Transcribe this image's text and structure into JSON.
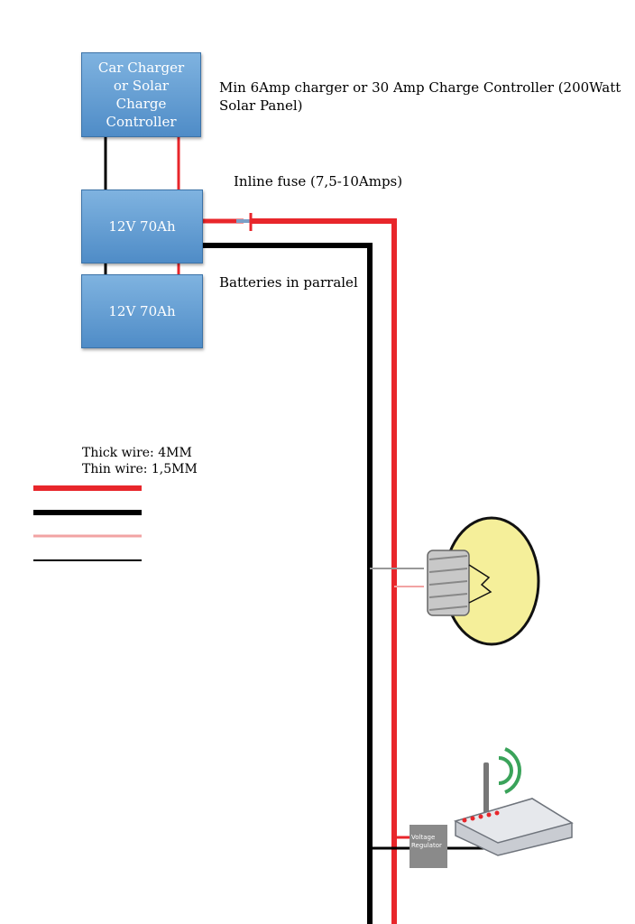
{
  "charger": {
    "lines": [
      "Car Charger",
      "or Solar",
      "Charge",
      "Controller"
    ]
  },
  "charger_note": "Min 6Amp charger or 30 Amp Charge Controller (200Watt Solar Panel)",
  "fuse_label": "Inline fuse (7,5-10Amps)",
  "battery_top": "12V 70Ah",
  "battery_bottom": "12V 70Ah",
  "batteries_label": "Batteries in parralel",
  "legend": {
    "thick": "Thick wire: 4MM",
    "thin": "Thin wire: 1,5MM"
  },
  "regulator": {
    "line1": "Voltage",
    "line2": "Regulator"
  },
  "colors": {
    "positive": "#e8262b",
    "negative": "#000000",
    "box": "#5b97d0",
    "bulb": "#f5ef9a"
  },
  "icons": [
    "light-bulb-icon",
    "wifi-router-icon"
  ]
}
